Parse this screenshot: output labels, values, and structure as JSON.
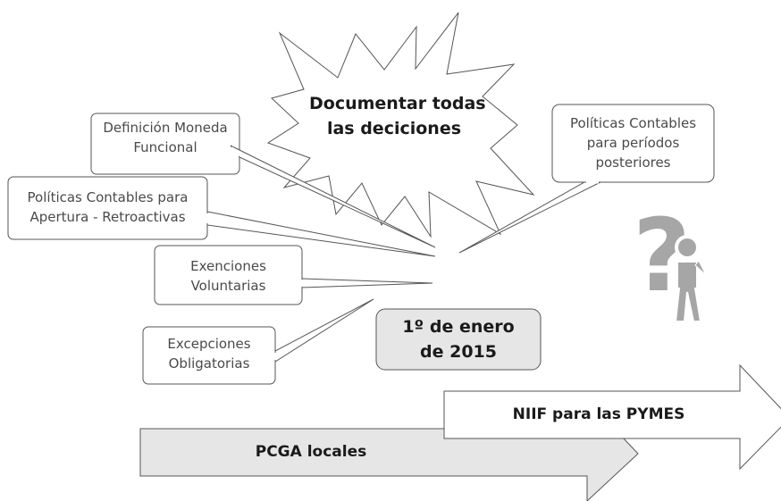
{
  "starburst": {
    "line1": "Documentar todas",
    "line2": "las deciciones"
  },
  "callouts": {
    "moneda": {
      "line1": "Definición Moneda",
      "line2": "Funcional"
    },
    "apertura": {
      "line1": "Políticas Contables para",
      "line2": "Apertura - Retroactivas"
    },
    "exenciones": {
      "line1": "Exenciones",
      "line2": "Voluntarias"
    },
    "excepciones": {
      "line1": "Excepciones",
      "line2": "Obligatorias"
    },
    "posteriores": {
      "line1": "Políticas Contables",
      "line2": "para períodos",
      "line3": "posteriores"
    }
  },
  "date_box": {
    "line1": "1º de enero",
    "line2": "de 2015"
  },
  "arrows": {
    "niif": "NIIF para las PYMES",
    "pcga": "PCGA locales"
  },
  "colors": {
    "line": "#555555",
    "fill_gray": "#e6e6e6",
    "icon": "#a6a6a6",
    "text": "#4a4a4a"
  },
  "icon": "question-person-icon"
}
